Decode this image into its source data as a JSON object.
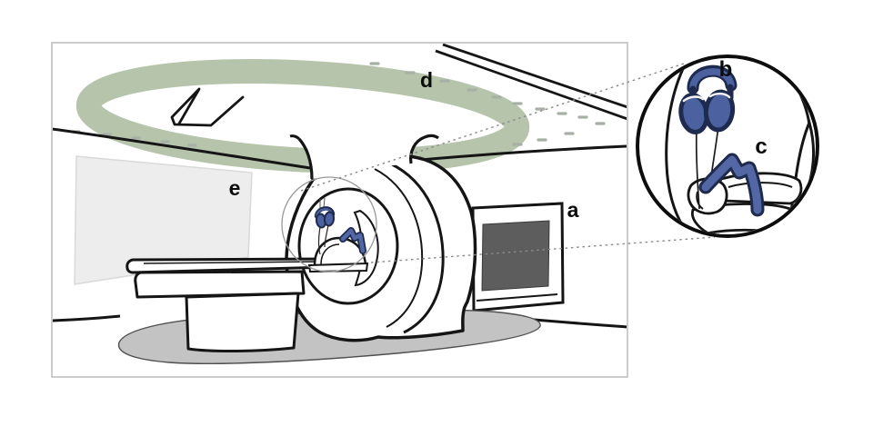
{
  "figure": {
    "type": "mri-room-illustration",
    "labels": {
      "a": "a",
      "b": "b",
      "c": "c",
      "d": "d",
      "e": "e"
    }
  },
  "colors": {
    "ring_green": "#b5c4ab",
    "headphones_blue": "#4c61a0",
    "device_blue": "#5267a4",
    "outline_navy": "#1e2a4e",
    "window_glass": "#5d5d5d",
    "screen_gray": "#ededed",
    "floor_shadow": "#c3c3c3",
    "ink": "#151515",
    "ceiling_dash": "#a8b0a6",
    "connector_gray": "#8a8a8a"
  }
}
